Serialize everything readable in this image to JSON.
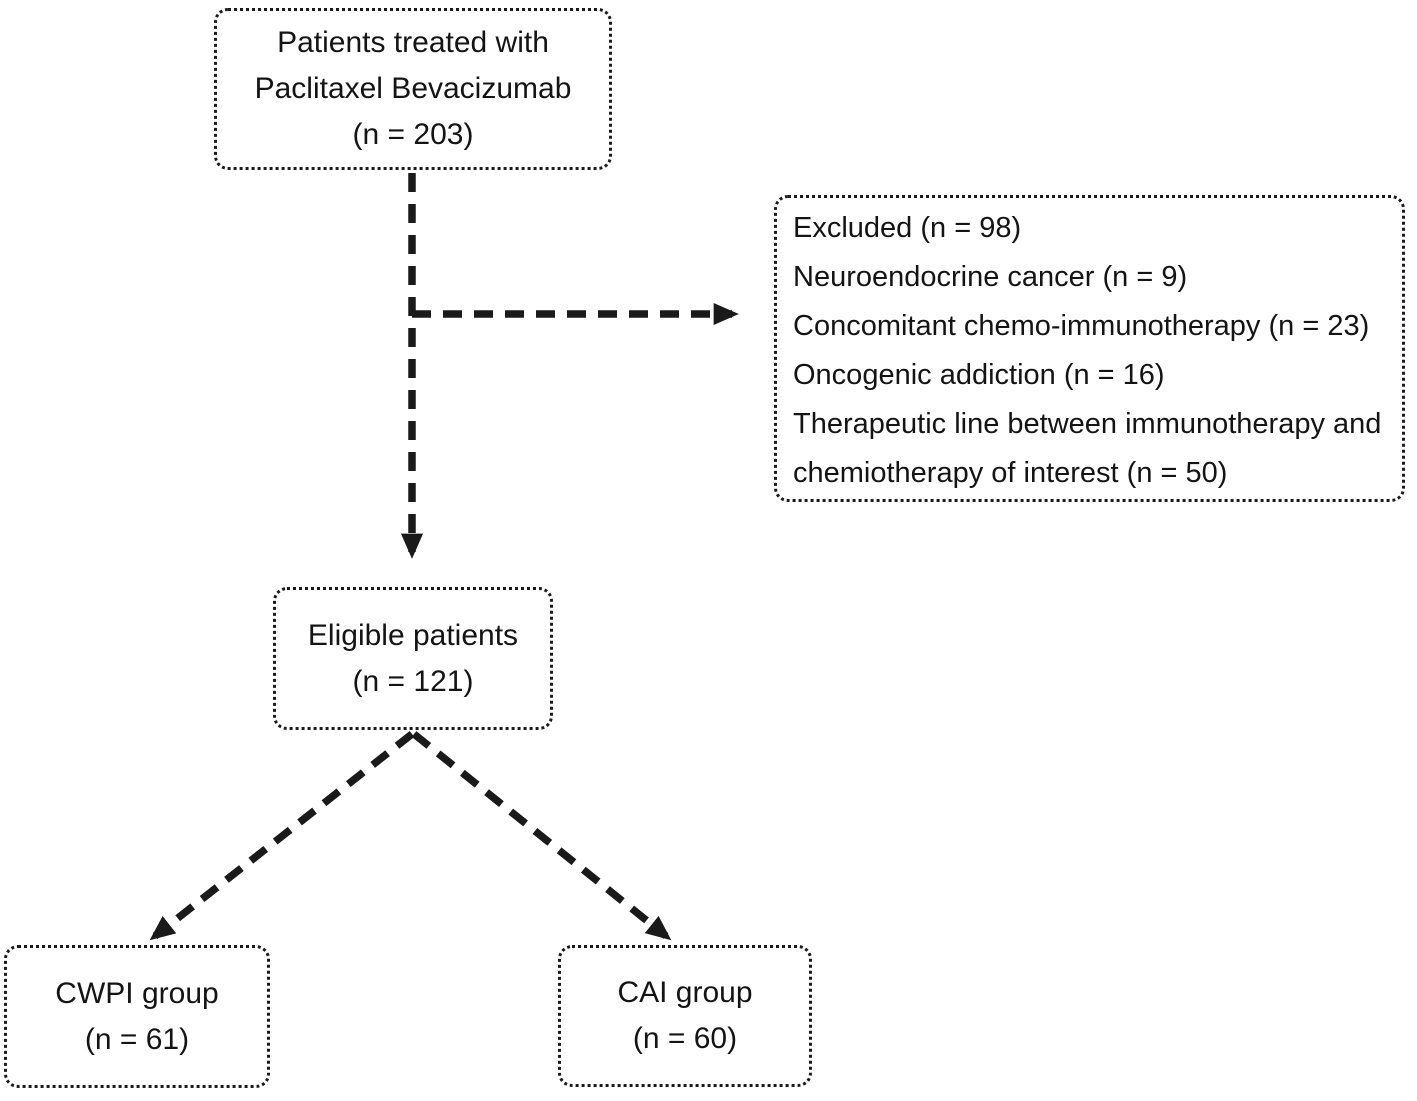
{
  "colors": {
    "ink": "#1a1a1a",
    "background": "#ffffff"
  },
  "nodes": {
    "treated": {
      "lines": [
        "Patients treated with",
        "Paclitaxel Bevacizumab",
        "(n = 203)"
      ]
    },
    "excluded": {
      "items": [
        "Excluded (n = 98)",
        "Neuroendocrine cancer (n = 9)",
        "Concomitant chemo-immunotherapy (n = 23)",
        "Oncogenic addiction (n = 16)",
        "Therapeutic line between immunotherapy and chemiotherapy of interest (n = 50)"
      ]
    },
    "eligible": {
      "lines": [
        "Eligible patients",
        "(n = 121)"
      ]
    },
    "cwpi": {
      "lines": [
        "CWPI group",
        "(n = 61)"
      ]
    },
    "cai": {
      "lines": [
        "CAI group",
        "(n = 60)"
      ]
    }
  },
  "connectors": [
    {
      "from": "treated",
      "to": "eligible",
      "style": "dashed-arrow"
    },
    {
      "from": "treated",
      "to": "excluded",
      "style": "dashed-arrow"
    },
    {
      "from": "eligible",
      "to": "cwpi",
      "style": "dashed-arrow"
    },
    {
      "from": "eligible",
      "to": "cai",
      "style": "dashed-arrow"
    }
  ]
}
